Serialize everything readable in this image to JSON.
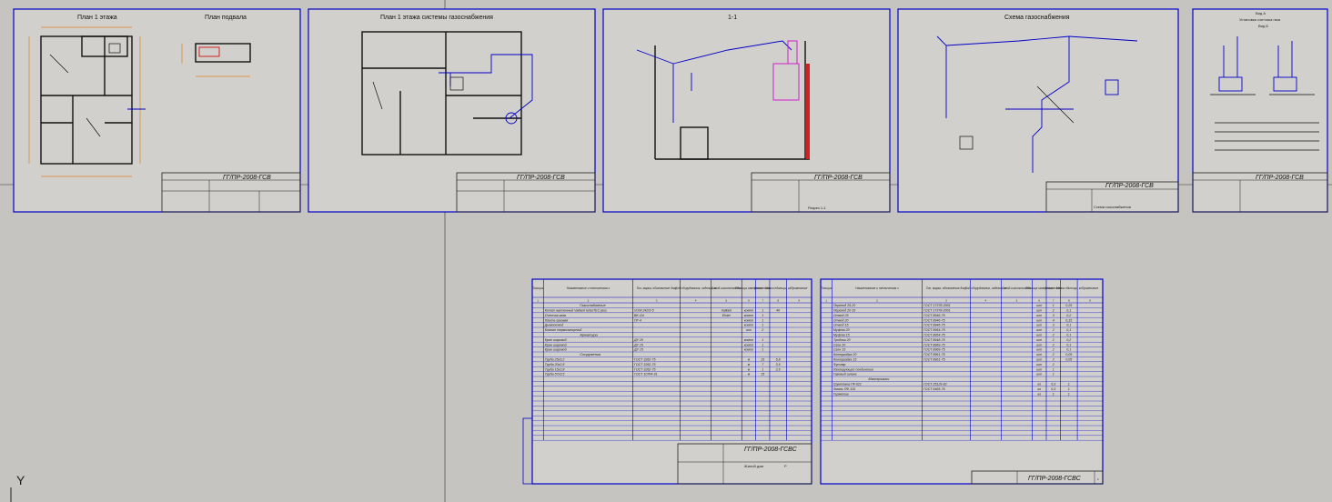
{
  "viewport": {
    "label": "Y"
  },
  "sheets": [
    {
      "titles": [
        "План 1 этажа",
        "План подвала"
      ],
      "code": "ГГ/ПР-2008-ГСВ"
    },
    {
      "titles": [
        "План 1 этажа системы газоснабжения"
      ],
      "code": "ГГ/ПР-2008-ГСВ"
    },
    {
      "titles": [
        "1-1"
      ],
      "code": "ГГ/ПР-2008-ГСВ",
      "caption": "Разрез 1-1"
    },
    {
      "titles": [
        "Схема газоснабжения"
      ],
      "code": "ГГ/ПР-2008-ГСВ",
      "caption": "Схема газоснабжения"
    },
    {
      "titles": [
        "Вид А",
        "Установка счетчика газа",
        "Вид Б"
      ],
      "code": "ГГ/ПР-2008-ГСВ"
    }
  ],
  "spec_left": {
    "headers": [
      "Позиция",
      "Наименование и техническая характеристика",
      "Тип, марка, обозначение документа, опросного листа",
      "Код оборудования, изделия, материала",
      "Завод-изготовитель",
      "Единица измерения",
      "Количество",
      "Масса единицы, кг",
      "Примечание"
    ],
    "col_numbers": [
      "1",
      "2",
      "3",
      "4",
      "5",
      "6",
      "7",
      "8",
      "9"
    ],
    "sections": [
      {
        "title": "Газоснабжение",
        "rows": [
          [
            "",
            "Котел настенный Vaillant turboTEC plus",
            "VUW 242/3-5",
            "",
            "Vaillant",
            "компл",
            "1",
            "40",
            ""
          ],
          [
            "",
            "Счетчик газа",
            "BK-G4",
            "",
            "Elster",
            "компл",
            "1",
            "",
            ""
          ],
          [
            "",
            "Плита газовая",
            "ПГ-4",
            "",
            "",
            "компл",
            "1",
            "",
            ""
          ],
          [
            "",
            "Дымоотвод",
            "",
            "",
            "",
            "компл",
            "1",
            "",
            ""
          ],
          [
            "",
            "Клапан термозапорный",
            "",
            "",
            "",
            "шт",
            "2",
            "",
            ""
          ]
        ]
      },
      {
        "title": "Арматура",
        "rows": [
          [
            "",
            "Кран шаровой",
            "ДУ 20",
            "",
            "",
            "компл",
            "1",
            "",
            ""
          ],
          [
            "",
            "Кран шаровой",
            "ДУ 15",
            "",
            "",
            "компл",
            "1",
            "",
            ""
          ],
          [
            "",
            "Кран шаровой",
            "ДУ 15",
            "",
            "",
            "компл",
            "1",
            "",
            ""
          ]
        ]
      },
      {
        "title": "Сооружения",
        "rows": [
          [
            "",
            "Труба 25х3,2",
            "ГОСТ 3262-75",
            "",
            "",
            "м",
            "15",
            "5,8",
            ""
          ],
          [
            "",
            "Труба 20х2,8",
            "ГОСТ 3262-75",
            "",
            "",
            "м",
            "7",
            "3,6",
            ""
          ],
          [
            "",
            "Труба 15х2,8",
            "ГОСТ 3262-75",
            "",
            "",
            "м",
            "1",
            "2,6",
            ""
          ],
          [
            "",
            "Труба 57х3,5",
            "ГОСТ 10704-91",
            "",
            "",
            "м",
            "15",
            "",
            ""
          ]
        ]
      }
    ],
    "code": "ГГ/ПР-2008-ГСВС",
    "subtitle": "Жилой дом",
    "stage": "Р"
  },
  "spec_right": {
    "headers": [
      "Позиция",
      "Наименование и техническая характеристика",
      "Тип, марка, обозначение документа, опросного листа",
      "Код оборудования, изделия, материала",
      "Завод-изготовитель",
      "Единица измерения",
      "Количество",
      "Масса единицы, кг",
      "Примечание"
    ],
    "col_numbers": [
      "1",
      "2",
      "3",
      "4",
      "5",
      "6",
      "7",
      "8",
      "9"
    ],
    "rows": [
      [
        "",
        "Переход 25-20",
        "ГОСТ 17378-2001",
        "",
        "",
        "шт",
        "1",
        "0,25",
        ""
      ],
      [
        "",
        "Переход 20-15",
        "ГОСТ 17378-2001",
        "",
        "",
        "шт",
        "2",
        "0,1",
        ""
      ],
      [
        "",
        "Отвод 25",
        "ГОСТ 8946-75",
        "",
        "",
        "шт",
        "3",
        "0,2",
        ""
      ],
      [
        "",
        "Отвод 20",
        "ГОСТ 8946-75",
        "",
        "",
        "шт",
        "4",
        "0,15",
        ""
      ],
      [
        "",
        "Отвод 15",
        "ГОСТ 8946-75",
        "",
        "",
        "шт",
        "3",
        "0,1",
        ""
      ],
      [
        "",
        "Муфта 20",
        "ГОСТ 8954-75",
        "",
        "",
        "шт",
        "2",
        "0,1",
        ""
      ],
      [
        "",
        "Муфта 15",
        "ГОСТ 8954-75",
        "",
        "",
        "шт",
        "2",
        "0,1",
        ""
      ],
      [
        "",
        "Тройник 20",
        "ГОСТ 8948-75",
        "",
        "",
        "шт",
        "2",
        "0,2",
        ""
      ],
      [
        "",
        "Сгон 20",
        "ГОСТ 8969-75",
        "",
        "",
        "шт",
        "2",
        "0,1",
        ""
      ],
      [
        "",
        "Сгон 15",
        "ГОСТ 8969-75",
        "",
        "",
        "шт",
        "2",
        "0,1",
        ""
      ],
      [
        "",
        "Контргайка 20",
        "ГОСТ 8961-75",
        "",
        "",
        "шт",
        "2",
        "0,05",
        ""
      ],
      [
        "",
        "Контргайка 15",
        "ГОСТ 8961-75",
        "",
        "",
        "шт",
        "2",
        "0,05",
        ""
      ],
      [
        "",
        "Футляр",
        "",
        "",
        "",
        "шт",
        "2",
        "",
        ""
      ],
      [
        "",
        "Изолирующее соединение",
        "",
        "",
        "",
        "шт",
        "1",
        "",
        ""
      ],
      [
        "",
        "Газовый шланг",
        "",
        "",
        "",
        "шт",
        "1",
        "",
        ""
      ]
    ],
    "section2_title": "Материалы",
    "rows2": [
      [
        "",
        "Грунтовка ГФ-021",
        "ГОСТ 25129-82",
        "",
        "",
        "кг",
        "0,3",
        "1",
        ""
      ],
      [
        "",
        "Эмаль ПФ-115",
        "ГОСТ 6465-76",
        "",
        "",
        "кг",
        "0,3",
        "1",
        ""
      ],
      [
        "",
        "Герметик",
        "",
        "",
        "",
        "кг",
        "1",
        "1",
        ""
      ]
    ],
    "code": "ГГ/ПР-2008-ГСВС",
    "sheet_no": "2"
  }
}
